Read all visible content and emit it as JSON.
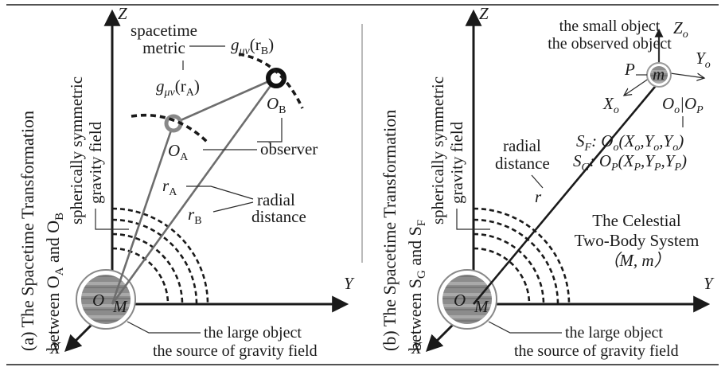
{
  "panel_a": {
    "caption": "(a)  The Spacetime Transformation",
    "caption2": "between O",
    "caption2_sub1": "A",
    "caption2_and": " and O",
    "caption2_sub2": "B",
    "axis_z": "Z",
    "axis_y": "Y",
    "axis_x": "X",
    "origin": "O",
    "mass": "M",
    "metric_line1": "spacetime",
    "metric_line2": "metric",
    "g_b": "g",
    "g_b_sub": "μν",
    "g_b_arg": "(r",
    "g_b_arg_sub": "B",
    "g_b_close": ")",
    "g_a": "g",
    "g_a_sub": "μν",
    "g_a_arg": "(r",
    "g_a_arg_sub": "A",
    "g_a_close": ")",
    "obs_b": "O",
    "obs_b_sub": "B",
    "obs_a": "O",
    "obs_a_sub": "A",
    "observer": "observer",
    "r_a": "r",
    "r_a_sub": "A",
    "r_b": "r",
    "r_b_sub": "B",
    "radial_1": "radial",
    "radial_2": "distance",
    "field_1": "spherically symmetric",
    "field_2": "gravity field",
    "large_1": "the large object",
    "large_2": "the source of gravity field"
  },
  "panel_b": {
    "caption": "(b)  The Spacetime Transformation",
    "caption2": "between S",
    "caption2_sub1": "G",
    "caption2_and": " and S",
    "caption2_sub2": "F",
    "axis_z": "Z",
    "axis_y": "Y",
    "axis_x": "X",
    "origin": "O",
    "mass": "M",
    "small_1": "the small object",
    "small_2": "the observed object",
    "zo": "Z",
    "zo_sub": "o",
    "yo": "Y",
    "yo_sub": "o",
    "xo": "X",
    "xo_sub": "o",
    "p_label": "P",
    "m_label": "m",
    "oo_op": "O",
    "oo_op_sub1": "o",
    "oo_op_mid": "|O",
    "oo_op_sub2": "P",
    "sf_line": "S",
    "sf_sub": "F",
    "sf_rest": ": O",
    "sf_o_sub": "o",
    "sf_args": "(X",
    "sf_a1": "o",
    "sf_c1": ",Y",
    "sf_a2": "o",
    "sf_c2": ",Y",
    "sf_a3": "o",
    "sf_end": ")",
    "sg_line": "S",
    "sg_sub": "G",
    "sg_rest": ": O",
    "sg_o_sub": "P",
    "sg_args": "(X",
    "sg_a1": "P",
    "sg_c1": ",Y",
    "sg_a2": "P",
    "sg_c2": ",Y",
    "sg_a3": "P",
    "sg_end": ")",
    "radial_1": "radial",
    "radial_2": "distance",
    "r": "r",
    "field_1": "spherically symmetric",
    "field_2": "gravity field",
    "celestial_1": "The Celestial",
    "celestial_2": "Two-Body System",
    "celestial_3": "（M, m）",
    "large_1": "the large object",
    "large_2": "the source of gravity field"
  }
}
